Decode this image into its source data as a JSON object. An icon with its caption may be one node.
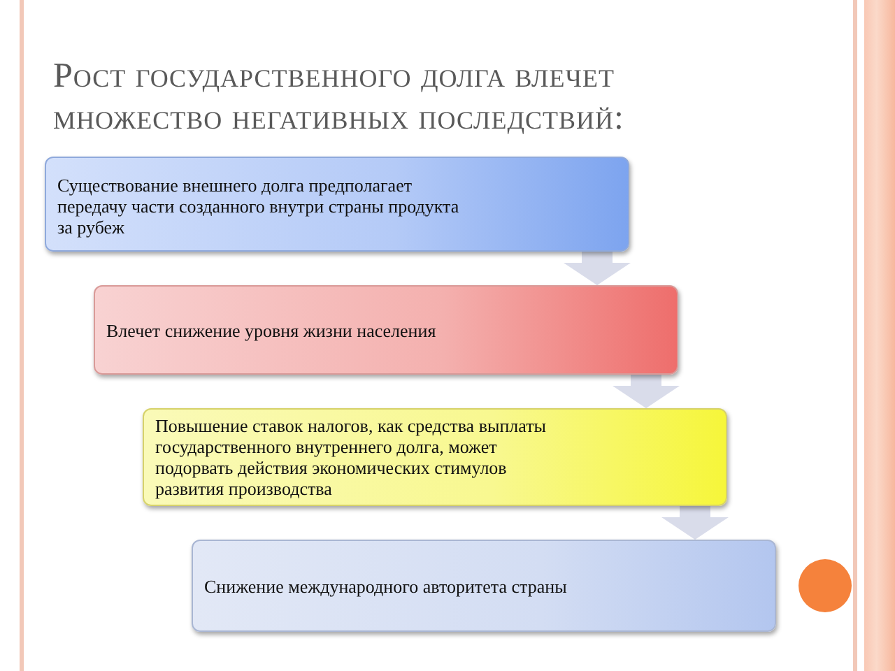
{
  "diagram": {
    "title": "Рост государственного долга влечет множество негативных последствий:",
    "nodes": [
      {
        "text": [
          "Существование внешнего долга предполагает передачу части созданного внутри страны продукта за рубеж"
        ]
      },
      {
        "text": [
          "Влечет снижение уровня жизни населения"
        ]
      },
      {
        "text": [
          "Повышение ставок налогов, как средства выплаты государственного внутреннего долга, может подорвать действия экономических стимулов развития производства"
        ]
      },
      {
        "text": [
          "Снижение международного авторитета страны"
        ]
      }
    ],
    "edges": [
      {
        "from": 0,
        "to": 1,
        "arrow": "to"
      },
      {
        "from": 1,
        "to": 2,
        "arrow": "to"
      },
      {
        "from": 2,
        "to": 3,
        "arrow": "to"
      }
    ]
  }
}
